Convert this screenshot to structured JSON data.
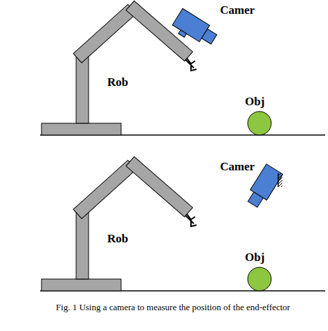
{
  "diagram": {
    "caption": "Fig. 1 Using a camera to measure the position of the end-effector",
    "labels": [
      "Camer",
      "Rob",
      "Obj",
      "Camer",
      "Rob",
      "Obj"
    ]
  }
}
